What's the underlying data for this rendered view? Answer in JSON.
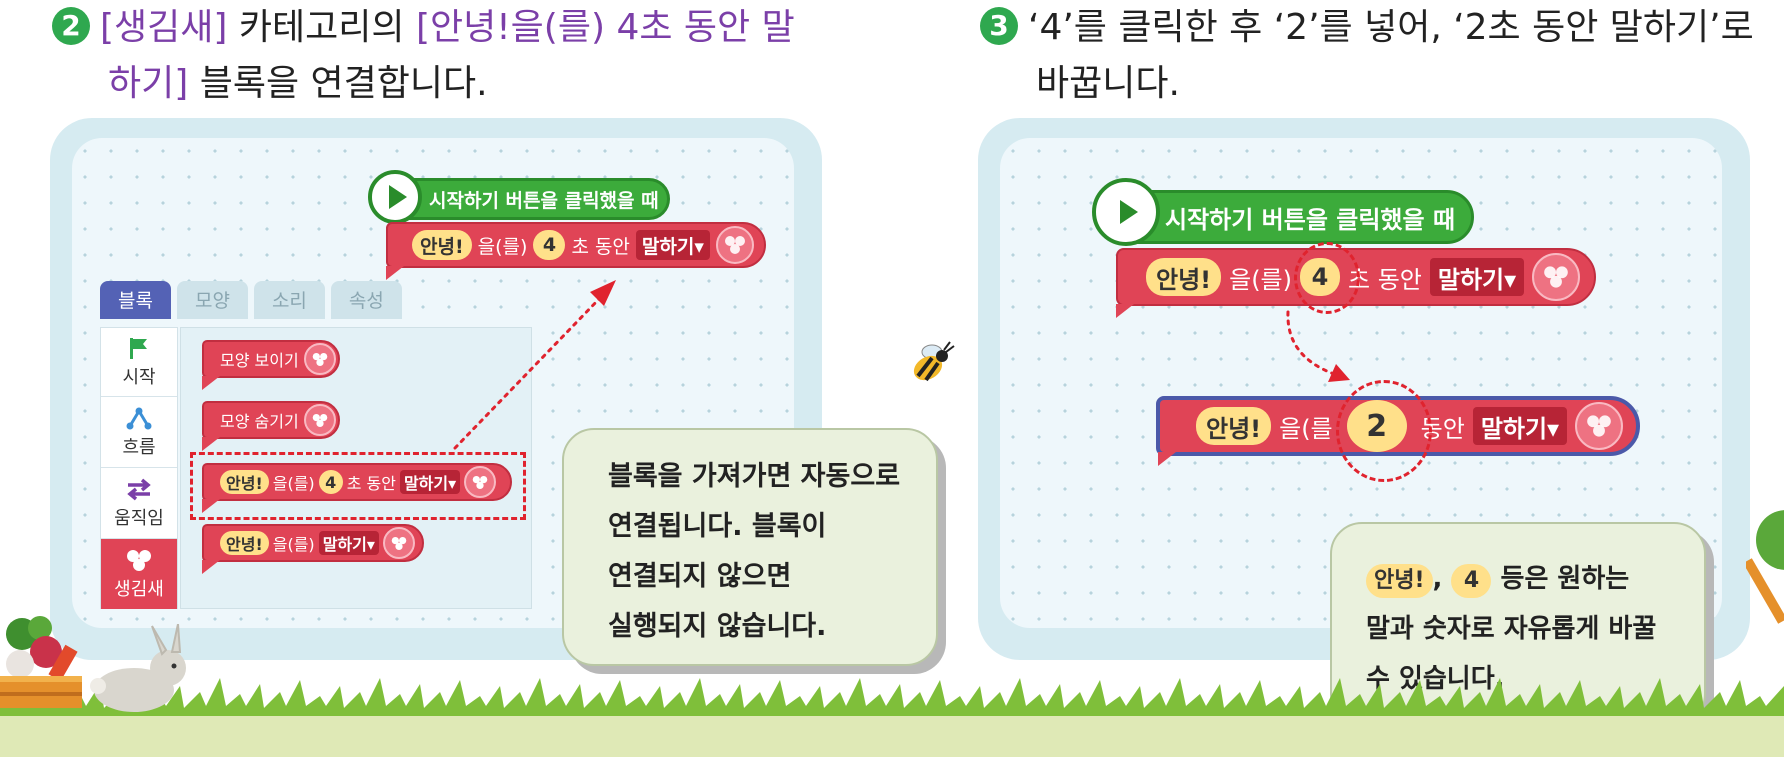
{
  "step2": {
    "number": "2",
    "line1_hl1": "[생김새]",
    "line1_mid": " 카테고리의 ",
    "line1_hl2": "[안녕!을(를) 4초 동안 말",
    "line2_hl": "하기]",
    "line2_rest": " 블록을 연결합니다."
  },
  "step3": {
    "number": "3",
    "line1": "‘4’를 클릭한 후 ‘2’를 넣어, ‘2초 동안 말하기’로",
    "line2": "바꿉니다."
  },
  "left_panel": {
    "hat_label": "시작하기 버튼을 클릭했을 때",
    "say_block": {
      "text": "안녕!",
      "mid1": "을(를)",
      "num": "4",
      "mid2": "초 동안",
      "dropdown": "말하기▾"
    },
    "tabs": [
      "블록",
      "모양",
      "소리",
      "속성"
    ],
    "categories": [
      "시작",
      "흐름",
      "움직임",
      "생김새"
    ],
    "palette_blocks": {
      "show": "모양 보이기",
      "hide": "모양 숨기기",
      "say_timed": {
        "text": "안녕!",
        "mid1": "을(를)",
        "num": "4",
        "mid2": "초 동안",
        "dropdown": "말하기▾"
      },
      "say": {
        "text": "안녕!",
        "mid1": "을(를)",
        "dropdown": "말하기▾"
      }
    },
    "note": [
      "블록을 가져가면 자동으로",
      "연결됩니다. 블록이",
      "연결되지 않으면",
      "실행되지 않습니다."
    ]
  },
  "right_panel": {
    "hat_label": "시작하기 버튼을 클릭했을 때",
    "say_block": {
      "text": "안녕!",
      "mid1": "을(를)",
      "num": "4",
      "mid2": "초 동안",
      "dropdown": "말하기▾"
    },
    "edited_block": {
      "text": "안녕!",
      "mid1": "을(를",
      "num": "2",
      "mid2": "동안",
      "dropdown": "말하기▾"
    },
    "note": {
      "chip1": "안녕!",
      "comma": ",",
      "chip2": "4",
      "line1_rest": "등은 원하는",
      "line2": "말과 숫자로 자유롭게 바꿀",
      "line3": "수 있습니다."
    }
  },
  "colors": {
    "accent_purple": "#7b3fa8",
    "block_green": "#3cab3b",
    "block_red": "#e04456",
    "dashed_red": "#e0232e",
    "panel_blue": "#d6ebf1"
  }
}
